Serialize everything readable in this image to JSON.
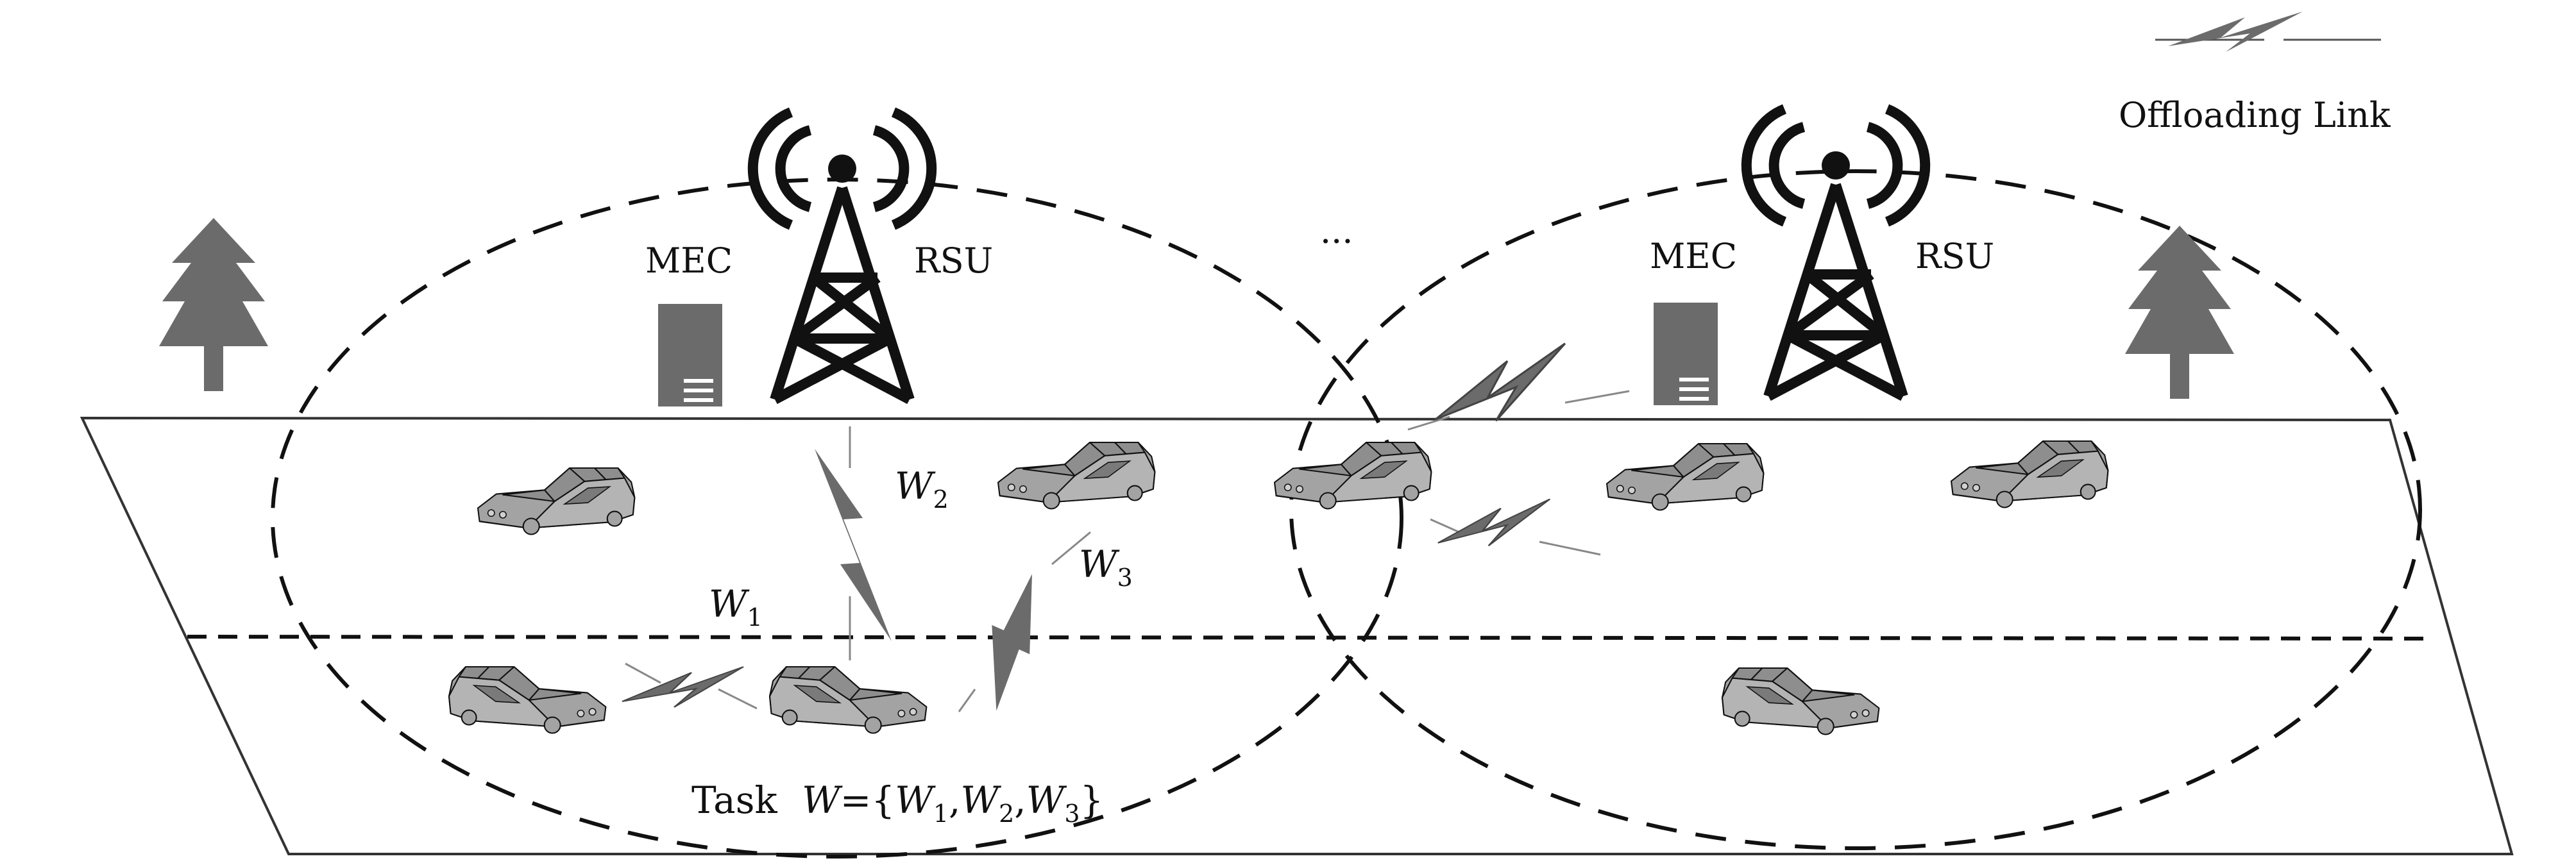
{
  "labels": {
    "mec_left": "MEC",
    "rsu_left": "RSU",
    "mec_right": "MEC",
    "rsu_right": "RSU",
    "ellipsis": "···",
    "legend": "Offloading Link",
    "w1": "W",
    "w1_sub": "1",
    "w2": "W",
    "w2_sub": "2",
    "w3": "W",
    "w3_sub": "3",
    "task_word": "Task",
    "task_w": "W",
    "task_eq": "={",
    "task_t1": "W",
    "task_t1_sub": "1",
    "task_c1": ",",
    "task_t2": "W",
    "task_t2_sub": "2",
    "task_c2": ",",
    "task_t3": "W",
    "task_t3_sub": "3",
    "task_close": "}"
  },
  "colors": {
    "ink": "#111111",
    "gray_fill": "#6b6b6b",
    "car_fill": "#a0a0a0",
    "road_line": "#555555"
  },
  "icons": [
    "tree-icon",
    "server-icon",
    "antenna-tower-icon",
    "car-icon",
    "lightning-link-icon"
  ]
}
